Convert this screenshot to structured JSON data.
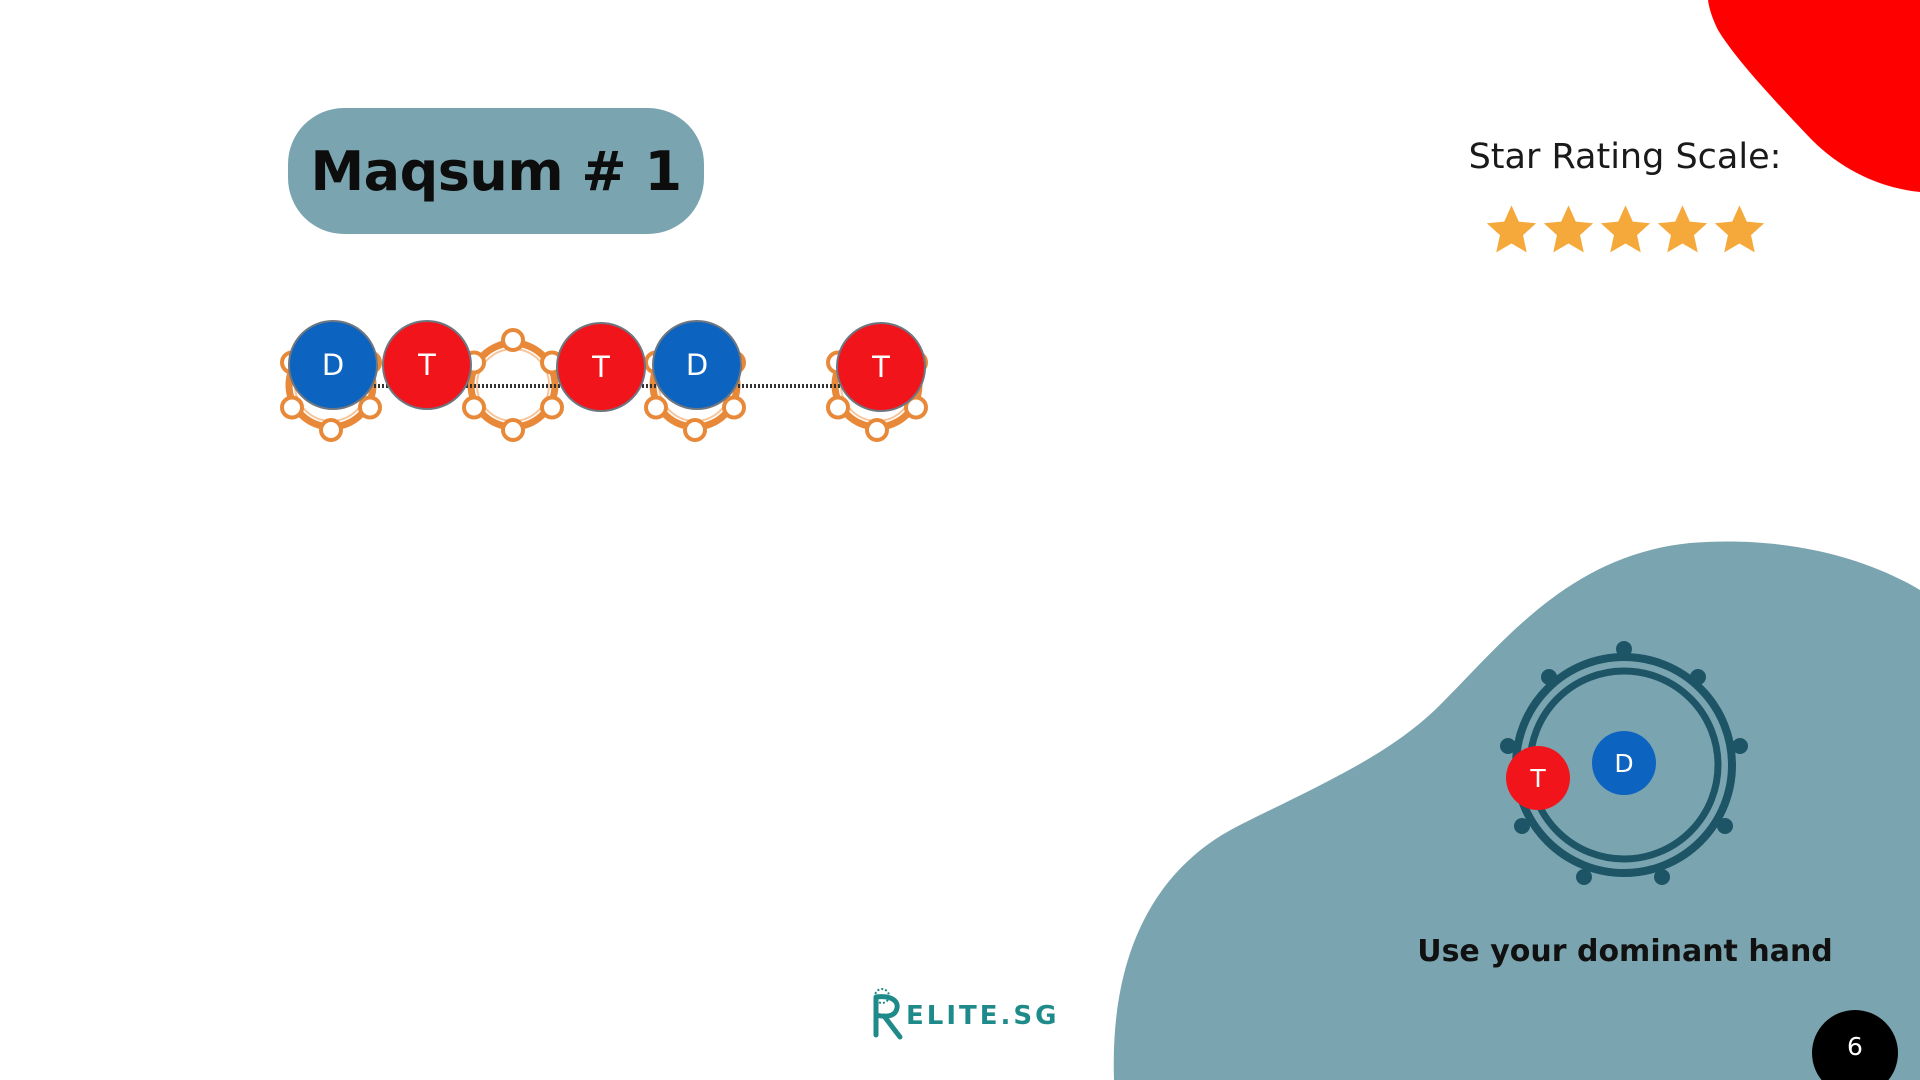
{
  "slide": {
    "title": "Maqsum # 1",
    "page_number": "6"
  },
  "rating": {
    "label": "Star Rating Scale:",
    "stars": 5,
    "max_stars": 5,
    "star_color": "#f5a93b"
  },
  "beats": [
    {
      "label": "D",
      "type": "dum"
    },
    {
      "label": "T",
      "type": "tek"
    },
    {
      "label": "T",
      "type": "tek"
    },
    {
      "label": "D",
      "type": "dum"
    },
    {
      "label": "T",
      "type": "tek"
    }
  ],
  "hand": {
    "dum_label": "D",
    "tek_label": "T",
    "hint": "Use your dominant hand"
  },
  "logo": {
    "text": "ELITE.SG"
  },
  "colors": {
    "dum": "#0d63c0",
    "tek": "#f2141b",
    "accent_blob": "#7aa5b0",
    "tambourine": "#e8893a",
    "corner_blob": "#ff0000"
  }
}
